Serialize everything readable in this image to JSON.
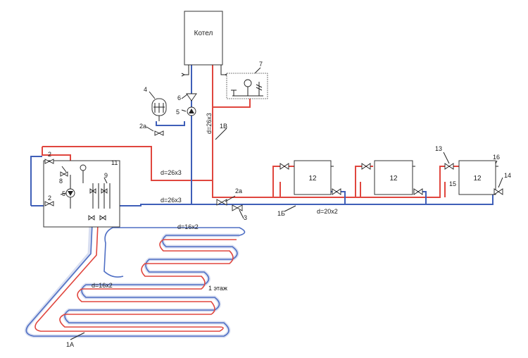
{
  "boiler": {
    "label": "Котел"
  },
  "pipes": {
    "riser_size": "d=26x3",
    "upper_size": "d=26x3",
    "lower_size": "d=26x3",
    "main_size": "d=20x2",
    "floor_size_1": "d=16x2",
    "floor_size_2": "d=16x2"
  },
  "floor": {
    "label": "1 этаж"
  },
  "callouts": {
    "n1A": "1А",
    "n1B": "1Б",
    "n1V": "1В",
    "n2": "2",
    "n2_b": "2",
    "n2a": "2а",
    "n2a_b": "2а",
    "n3": "3",
    "n4": "4",
    "n5": "5",
    "n5_b": "5",
    "n6": "6",
    "n7": "7",
    "n8": "8",
    "n9": "9",
    "n11": "11",
    "n13": "13",
    "n14": "14",
    "n15": "15",
    "n16": "16"
  },
  "radiators": [
    {
      "label": "12"
    },
    {
      "label": "12"
    },
    {
      "label": "12"
    }
  ],
  "colors": {
    "supply": "#e0463e",
    "return": "#3f5fb8"
  }
}
